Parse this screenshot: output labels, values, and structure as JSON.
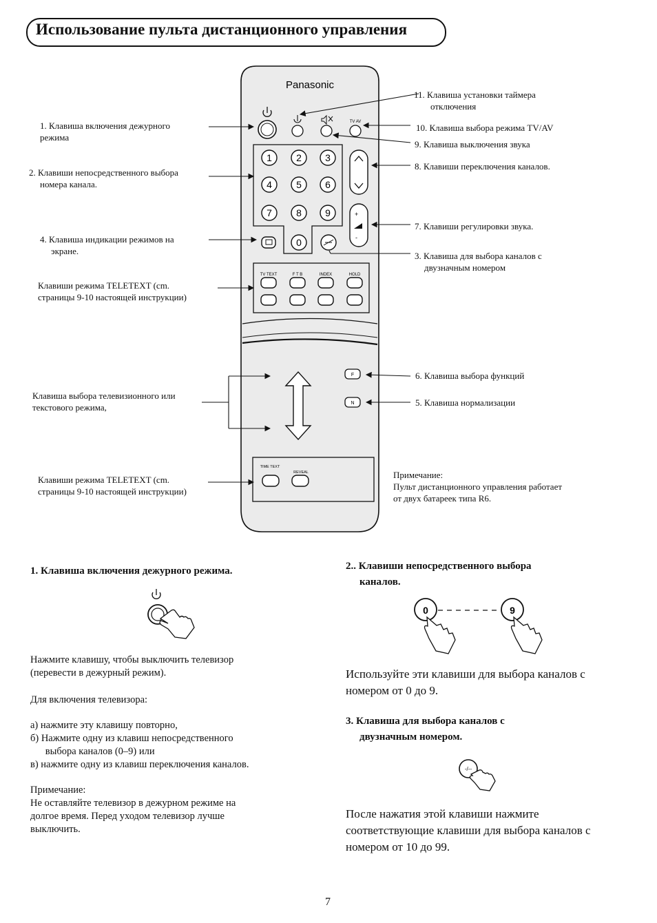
{
  "title": "Использование пульта дистанционного управления",
  "remote": {
    "brand": "Panasonic",
    "digits": [
      "1",
      "2",
      "3",
      "4",
      "5",
      "6",
      "7",
      "8",
      "9",
      "0"
    ],
    "teletext_labels": [
      "TV TEXT",
      "F T B",
      "INDEX",
      "HOLD"
    ],
    "tvav_label": "TV AV",
    "f_label": "F",
    "n_label": "N",
    "time_text_label": "TIME TEXT",
    "reveal_label": "REVEAL"
  },
  "left_labels": {
    "l1": [
      "1. Клавиша включения дежурного",
      "режима"
    ],
    "l2": [
      "2. Клавиши непосредственного выбора",
      "номера канала."
    ],
    "l4": [
      "4. Клавиша индикации режимов на",
      "экране."
    ],
    "tt1": [
      "Клавиши режима TELETEXT (cm.",
      "страницы 9-10 настоящей инструкции)"
    ],
    "mode": [
      "Клавиша выбора телевизионного или",
      "текстового режима,"
    ],
    "tt2": [
      "Клавиши режима TELETEXT (cm.",
      "страницы 9-10 настоящей инструкции)"
    ]
  },
  "right_labels": {
    "r11": [
      "11. Клавиша установки таймера",
      "отключения"
    ],
    "r10": "10. Клавиша выбора режима TV/AV",
    "r9": "9. Клавиша выключения звука",
    "r8": "8. Клавиши переключения каналов.",
    "r7": "7. Клавиши регулировки звука.",
    "r3": [
      "3. Клавиша для выбора каналов с",
      "двузначным номером"
    ],
    "r6": "6. Клавиша выбора функций",
    "r5": "5. Клавиша нормализации",
    "note": [
      "Примечание:",
      "Пульт дистанционного управления работает",
      "от двух батареек типа R6."
    ]
  },
  "section1": {
    "heading": "1.   Клавиша включения дежурного режима.",
    "text": [
      "Нажмите клавишу, чтобы выключить телевизор",
      "(перевести в дежурный режим)."
    ],
    "sub": "Для включения телевизора:",
    "items": [
      "а)  нажмите эту клавишу повторно,",
      "б)  Нажмите одну из клавиш непосредственного",
      "      выбора каналов (0–9) или",
      "в)  нажмите одну из клавиш переключения каналов."
    ],
    "note": [
      "Примечание:",
      "Не оставляйте телевизор в дежурном режиме на",
      "долгое время. Перед уходом телевизор лучше",
      "выключить."
    ]
  },
  "section2": {
    "heading": [
      "2.. Клавиши непосредственного выбора",
      "каналов."
    ],
    "icon_from": "0",
    "icon_to": "9",
    "text": [
      "Используйте эти клавиши для выбора каналов с",
      "номером от 0 до 9."
    ]
  },
  "section3": {
    "heading": [
      "3.  Клавиша для выбора каналов с",
      "двузначным номером."
    ],
    "icon_label": "-/--",
    "text": [
      "После нажатия этой клавиши нажмите",
      "соответствующие клавиши для выбора каналов с",
      "номером от 10 до 99."
    ]
  },
  "page_number": "7"
}
